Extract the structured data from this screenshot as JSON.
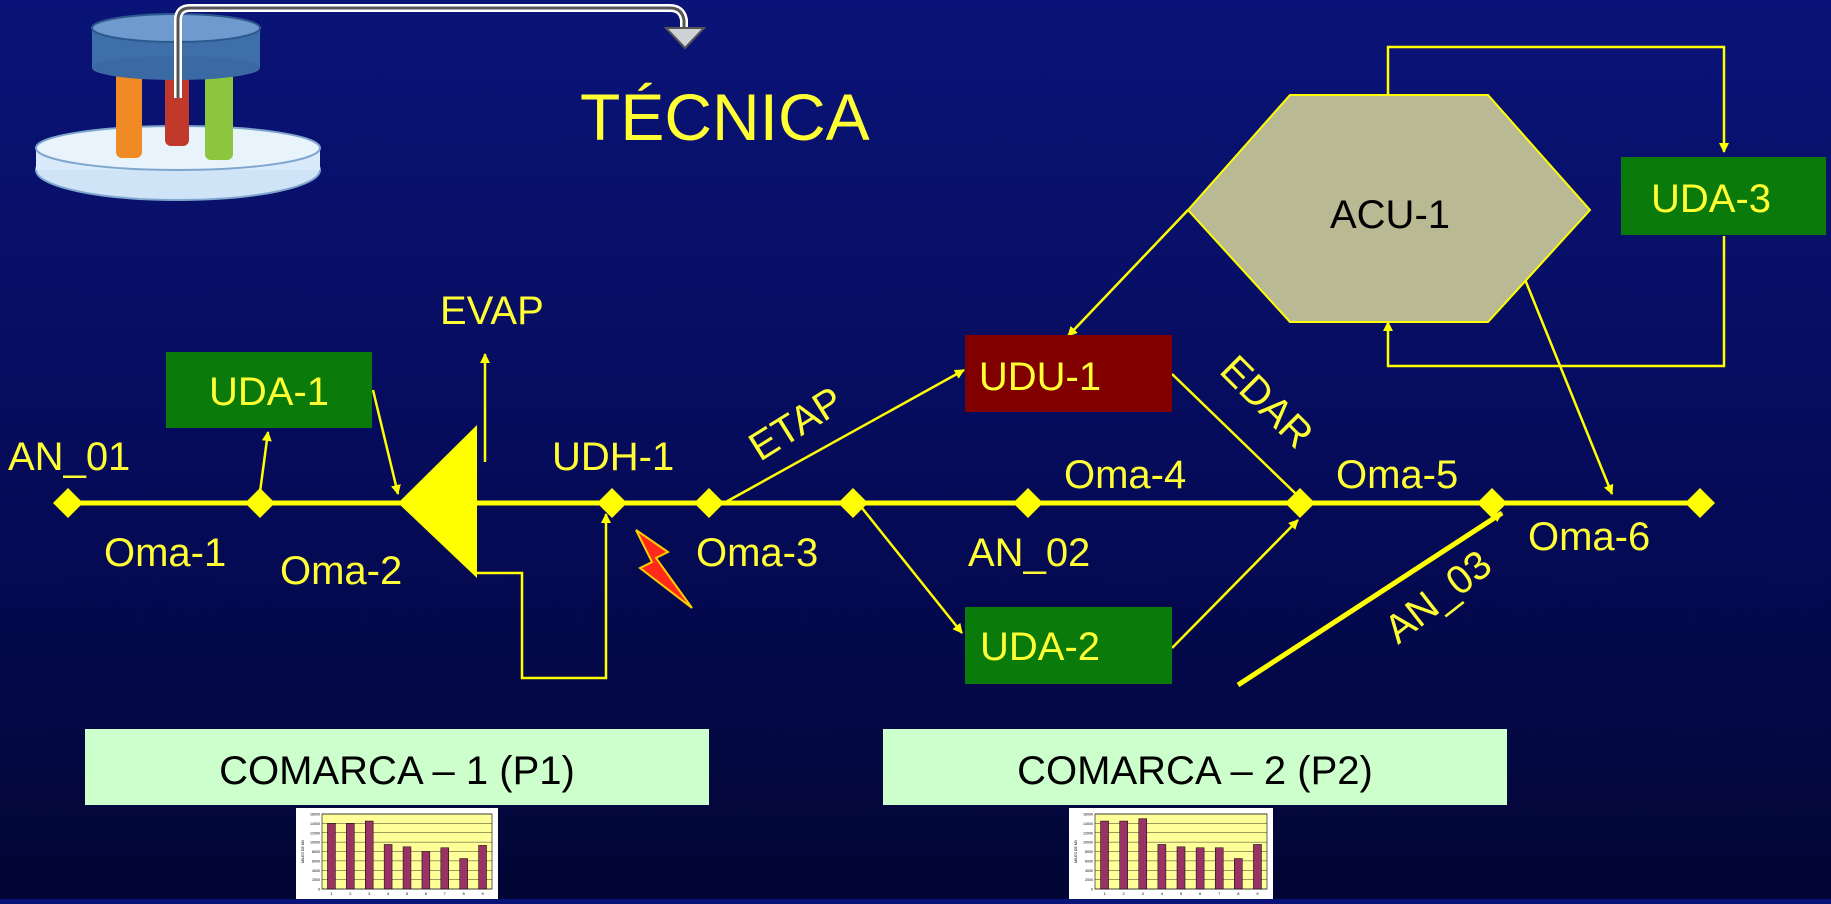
{
  "title": "TÉCNICA",
  "colors": {
    "line": "#ffff00",
    "text": "#ffff33",
    "uda_fill": "#0a7a0a",
    "udu_fill": "#800000",
    "acu_fill": "#b9b993",
    "comarca_fill": "#ccffcc"
  },
  "icons": {
    "logo": "water-system-tank-icon",
    "hazard": "lightning-icon"
  },
  "nodes": {
    "an_01": "AN_01",
    "oma_1": "Oma-1",
    "oma_2": "Oma-2",
    "evap": "EVAP",
    "uda_1": "UDA-1",
    "udh_1": "UDH-1",
    "oma_3": "Oma-3",
    "etap": "ETAP",
    "udu_1": "UDU-1",
    "uda_2": "UDA-2",
    "an_02": "AN_02",
    "oma_4": "Oma-4",
    "edar": "EDAR",
    "oma_5": "Oma-5",
    "an_03": "AN_03",
    "oma_6": "Oma-6",
    "acu_1": "ACU-1",
    "uda_3": "UDA-3"
  },
  "comarcas": [
    {
      "label": "COMARCA – 1 (P1)"
    },
    {
      "label": "COMARCA – 2 (P2)"
    }
  ],
  "chart_data": [
    {
      "type": "bar",
      "categories": [
        "1",
        "2",
        "3",
        "4",
        "5",
        "6",
        "7",
        "8",
        "9"
      ],
      "values": [
        14000,
        14000,
        14500,
        9500,
        9000,
        8000,
        8800,
        6500,
        9300
      ],
      "ylim": [
        0,
        16000
      ],
      "yticks": [
        0,
        2000,
        4000,
        6000,
        8000,
        10000,
        12000,
        14000,
        16000
      ],
      "ylabel": "MILES DE M3",
      "grid": true
    },
    {
      "type": "bar",
      "categories": [
        "1",
        "2",
        "3",
        "4",
        "5",
        "6",
        "7",
        "8",
        "9"
      ],
      "values": [
        14500,
        14500,
        15000,
        9500,
        9000,
        8800,
        8800,
        6500,
        9500
      ],
      "ylim": [
        0,
        16000
      ],
      "yticks": [
        0,
        2000,
        4000,
        6000,
        8000,
        10000,
        12000,
        14000,
        16000
      ],
      "ylabel": "MILES DE M3",
      "grid": true
    }
  ]
}
